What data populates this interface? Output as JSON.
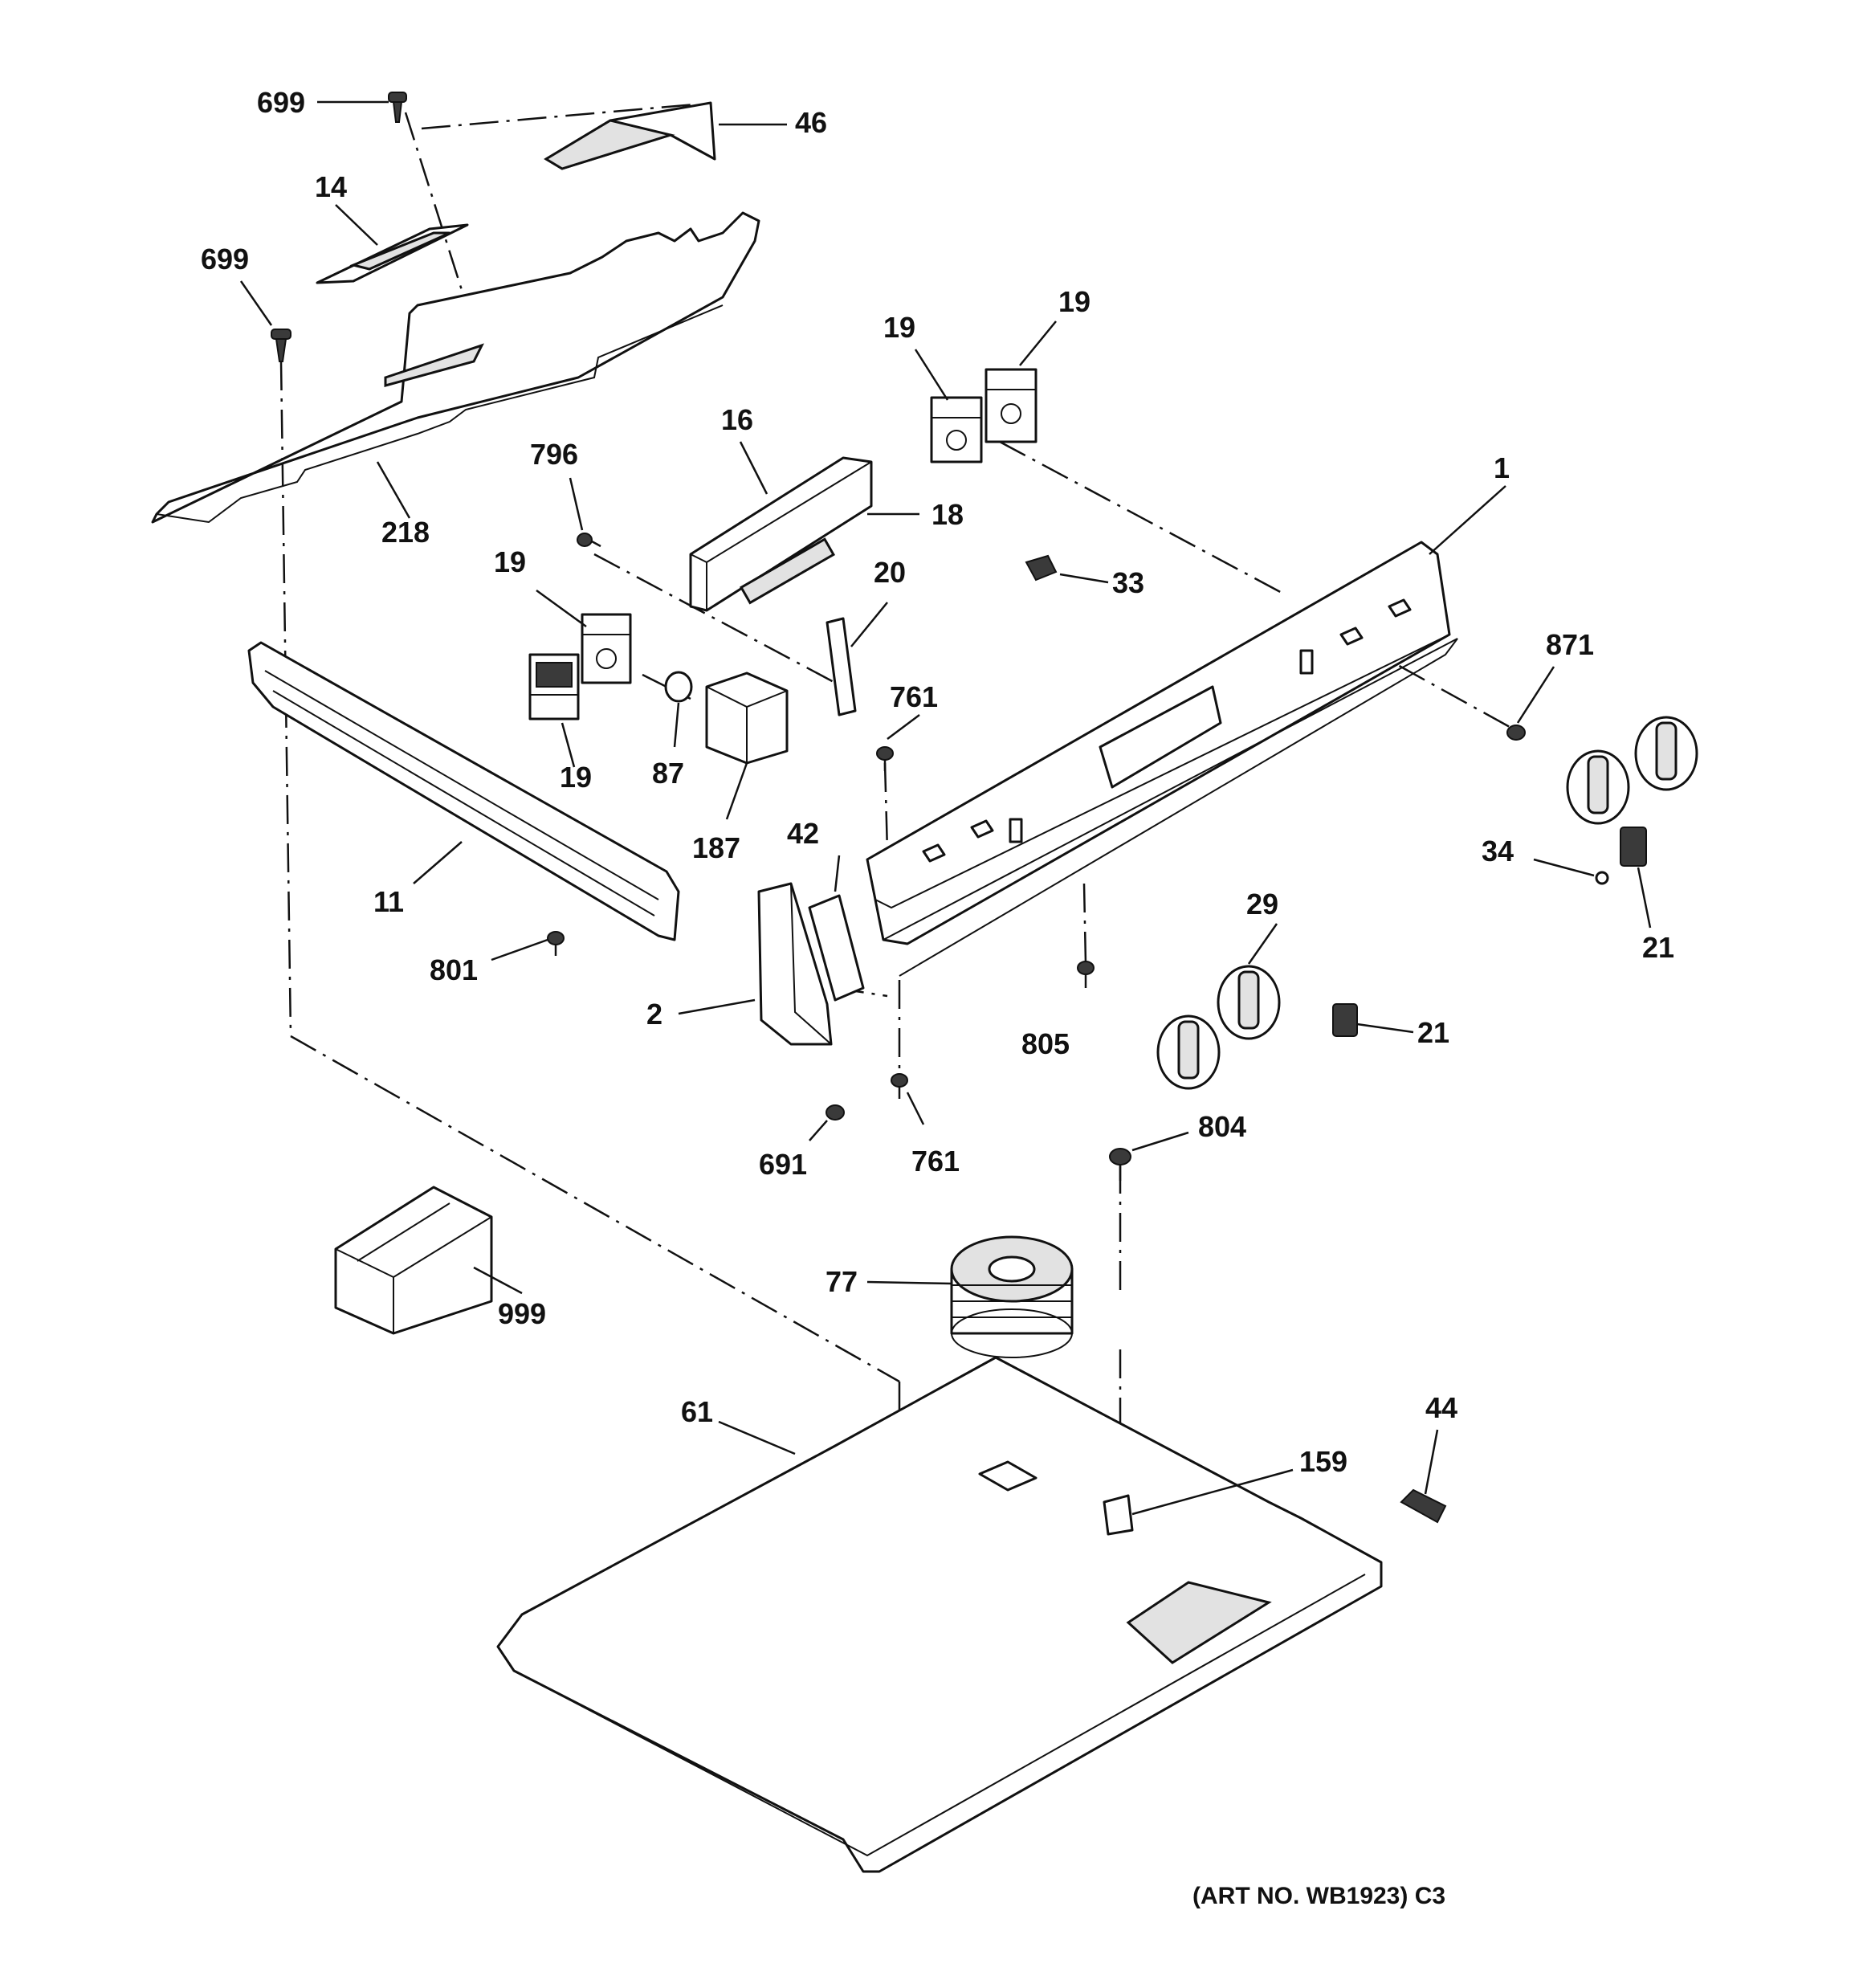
{
  "diagram": {
    "callouts": {
      "c699a": "699",
      "c46": "46",
      "c14": "14",
      "c699b": "699",
      "c218": "218",
      "c19a": "19",
      "c19b": "19",
      "c16": "16",
      "c796": "796",
      "c18": "18",
      "c1": "1",
      "c33": "33",
      "c19c": "19",
      "c20": "20",
      "c871": "871",
      "c19d": "19",
      "c87": "87",
      "c187": "187",
      "c761a": "761",
      "c42": "42",
      "c34": "34",
      "c21a": "21",
      "c11": "11",
      "c29": "29",
      "c801": "801",
      "c2": "2",
      "c805": "805",
      "c21b": "21",
      "c691": "691",
      "c761b": "761",
      "c804": "804",
      "c77": "77",
      "c999": "999",
      "c61": "61",
      "c44": "44",
      "c159": "159"
    },
    "art_number": "(ART NO. WB1923) C3"
  }
}
